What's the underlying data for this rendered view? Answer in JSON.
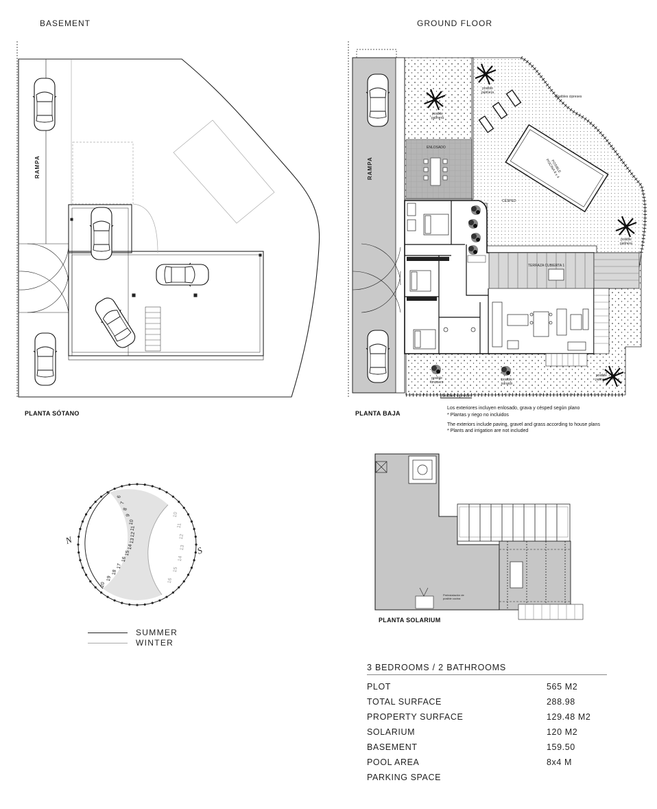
{
  "headers": {
    "basement": "BASEMENT",
    "ground_floor": "GROUND FLOOR"
  },
  "plan_labels": {
    "basement": "PLANTA SÓTANO",
    "ground": "PLANTA BAJA",
    "solarium": "PLANTA SOLARIUM"
  },
  "annotations": {
    "rampa": "RAMPA",
    "enlosado": "ENLOSADO",
    "posible_palmera": "posible palmera",
    "posibles_cipreses": "posibles cipreses",
    "posible_limonero": "posible limonero",
    "posible_naranjo": "posible naranjo",
    "cesped": "CÉSPED",
    "terraza": "TERRAZA CUBIERTA 1",
    "piscina": "POSIBLE PISCINA 8 x 4",
    "precinstalacion": "Preinstalación de posible cocina"
  },
  "notes": {
    "es_1": "Los exteriores incluyen enlosado, grava y césped según plano",
    "es_2": "* Plantas y riego no incluidos",
    "en_1": "The exteriors include paving, gravel and grass according to house plans",
    "en_2": "* Plants and irrigation are not included"
  },
  "compass": {
    "north": "N",
    "south": "S",
    "summer_hours": [
      "6",
      "7",
      "8",
      "9",
      "10",
      "11",
      "12",
      "13",
      "14",
      "15",
      "16",
      "17",
      "18",
      "19",
      "20"
    ],
    "winter_hours": [
      "10",
      "11",
      "12",
      "13",
      "14",
      "15",
      "16"
    ]
  },
  "legend": {
    "summer": "SUMMER",
    "winter": "WINTER"
  },
  "colors": {
    "summer_line": "#222222",
    "winter_line": "#aaaaaa",
    "shade": "#e3e3e3"
  },
  "specs": {
    "title": "3 BEDROOMS / 2 BATHROOMS",
    "rows": [
      {
        "label": "PLOT",
        "value": "565 M2"
      },
      {
        "label": "TOTAL SURFACE",
        "value": "288.98"
      },
      {
        "label": "PROPERTY SURFACE",
        "value": "129.48 M2"
      },
      {
        "label": "SOLARIUM",
        "value": "120 M2"
      },
      {
        "label": "BASEMENT",
        "value": "159.50"
      },
      {
        "label": "POOL AREA",
        "value": "8x4 M"
      },
      {
        "label": "PARKING SPACE",
        "value": ""
      }
    ]
  }
}
